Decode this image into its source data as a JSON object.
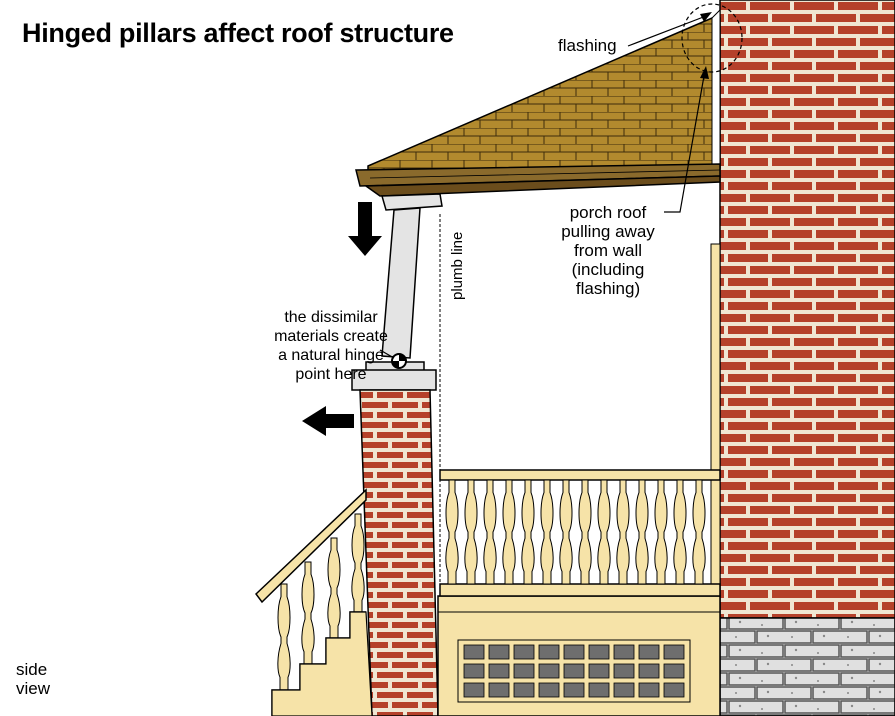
{
  "title": "Hinged pillars affect roof structure",
  "labels": {
    "flashing": "flashing",
    "porch_roof": [
      "porch roof",
      "pulling away",
      "from wall",
      "(including",
      "flashing)"
    ],
    "plumb_line": "plumb line",
    "hinge_note": [
      "the dissimilar",
      "materials create",
      "a natural hinge",
      "point here"
    ],
    "view": [
      "side",
      "view"
    ]
  },
  "colors": {
    "brick": "#b5412a",
    "mortar": "#f0e6d2",
    "shingle": "#b28a2e",
    "fascia": "#7a5a22",
    "column": "#e4e4e4",
    "railing": "#f6e3a8",
    "foundation_block": "#dcdcdc",
    "vent_grid": "#6e6e6e",
    "arrow": "#000000"
  },
  "icons": {
    "down_arrow": "arrow-down-icon",
    "left_arrow": "arrow-left-icon",
    "hinge": "hinge-point-icon"
  }
}
